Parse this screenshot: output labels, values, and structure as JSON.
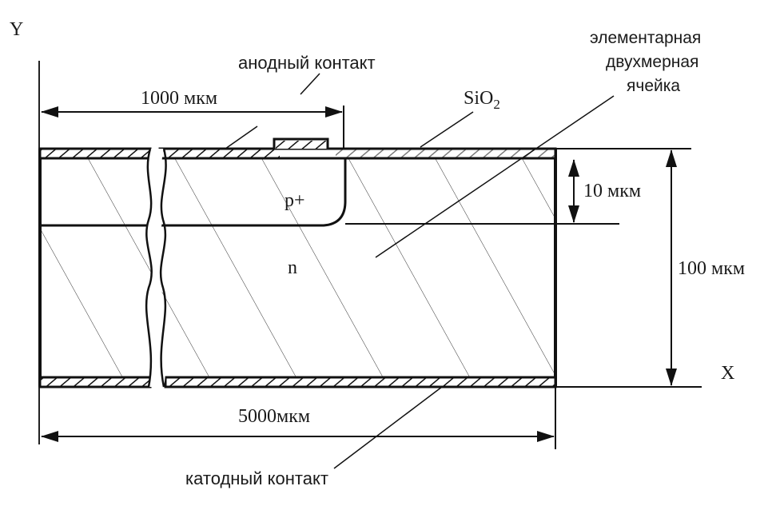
{
  "axes": {
    "y": "Y",
    "x": "X"
  },
  "labels": {
    "anode_contact": "анодный контакт",
    "cathode_contact": "катодный контакт",
    "oxide_main": "SiO",
    "oxide_sub": "2",
    "cell_line1": "элементарная",
    "cell_line2": "двухмерная",
    "cell_line3": "ячейка",
    "p_region": "p+",
    "n_region": "n"
  },
  "dimensions": {
    "anode_width": "1000 мкм",
    "total_width": "5000мкм",
    "p_depth": "10 мкм",
    "total_height": "100 мкм"
  }
}
